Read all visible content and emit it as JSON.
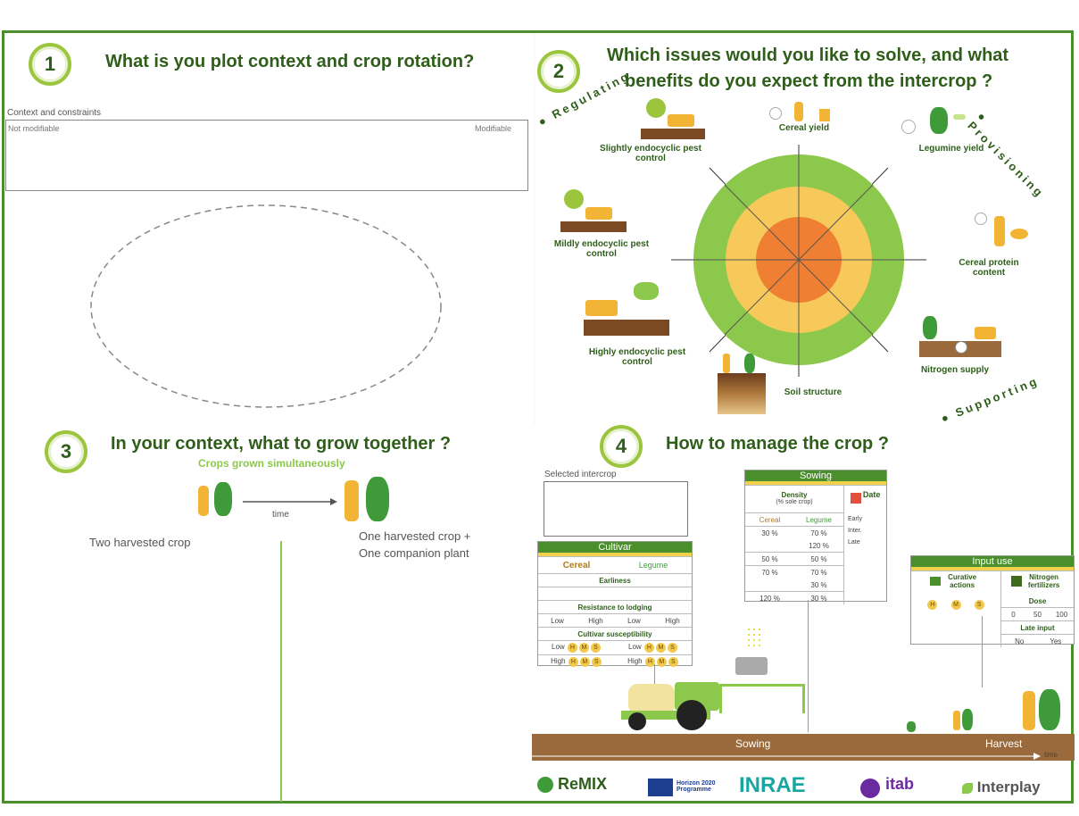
{
  "sections": {
    "s1": {
      "number": "1",
      "title": "What is you plot context and crop rotation?",
      "box_label": "Context and constraints",
      "left_label": "Not modifiable",
      "right_label": "Modifiable"
    },
    "s2": {
      "number": "2",
      "title_line1": "Which issues would you like to solve, and what",
      "title_line2": "benefits do you expect from the intercrop ?",
      "arcs": {
        "regulating": "Regulating",
        "provisioning": "Provisioning",
        "supporting": "Supporting"
      },
      "items": {
        "slightly": "Slightly endocyclic pest control",
        "mildly": "Mildly endocyclic pest control",
        "highly": "Highly endocyclic pest control",
        "cereal_yield": "Cereal yield",
        "legumine_yield": "Legumine yield",
        "cereal_protein": "Cereal protein content",
        "nitrogen_supply": "Nitrogen supply",
        "soil_structure": "Soil structure"
      }
    },
    "s3": {
      "number": "3",
      "title": "In your context, what to grow together ?",
      "subtitle": "Crops grown simultaneously",
      "time": "time",
      "left": "Two harvested crop",
      "right_line1": "One harvested crop +",
      "right_line2": "One companion plant"
    },
    "s4": {
      "number": "4",
      "title": "How to manage the crop ?",
      "selected_intercrop": "Selected intercrop",
      "cultivar": {
        "header": "Cultivar",
        "cereal": "Cereal",
        "legume": "Legume",
        "earliness": "Earliness",
        "lodging": "Resistance to lodging",
        "low": "Low",
        "high": "High",
        "susceptibility": "Cultivar susceptibility",
        "h": "H",
        "m": "M",
        "s": "S"
      },
      "sowing": {
        "header": "Sowing",
        "density": "Density",
        "density_sub": "(% sole crop)",
        "date": "Date",
        "cereal": "Cereal",
        "legume": "Legume",
        "early": "Early",
        "inter": "Inter.",
        "late": "Late",
        "rows": [
          [
            "30 %",
            "70 %"
          ],
          [
            "",
            "120 %"
          ],
          [
            "50 %",
            "50 %"
          ],
          [
            "70 %",
            "70 %"
          ],
          [
            "",
            "30 %"
          ],
          [
            "120 %",
            "30 %"
          ]
        ]
      },
      "input": {
        "header": "Input use",
        "curative": "Curative actions",
        "nitrogen": "Nitrogen fertilizers",
        "dose": "Dose",
        "d0": "0",
        "d50": "50",
        "d100": "100",
        "late_input": "Late input",
        "no": "No",
        "yes": "Yes"
      },
      "timeline": {
        "sowing": "Sowing",
        "harvest": "Harvest",
        "time": "time"
      }
    }
  },
  "logos": {
    "remix": "ReMIX",
    "horizon": "Horizon 2020 Programme",
    "inrae": "INRAE",
    "itab": "itab",
    "interplay": "Interplay"
  },
  "colors": {
    "green_dark": "#4a8f2c",
    "green_ring": "#8cc84b",
    "yellow_ring": "#f7c95a",
    "orange_core": "#ee7f33",
    "soil": "#9a6a3c"
  }
}
